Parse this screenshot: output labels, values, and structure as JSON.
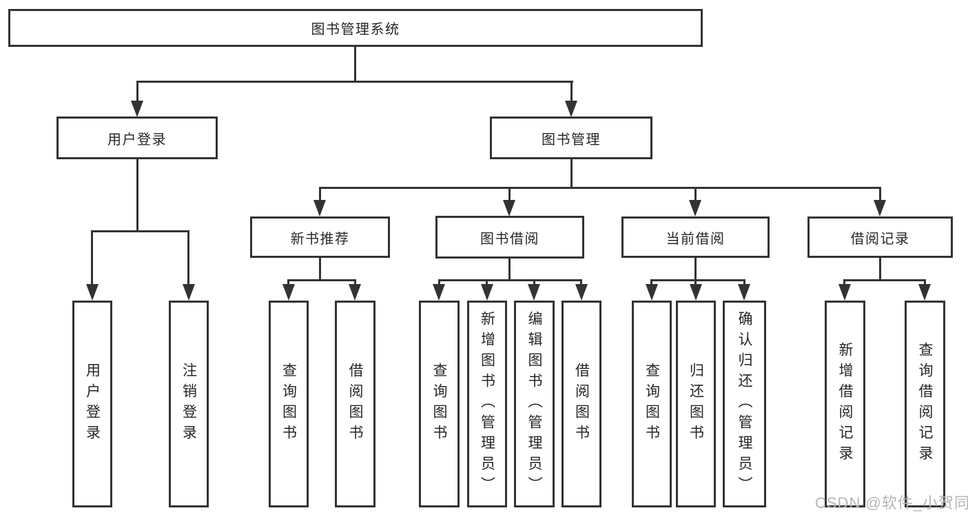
{
  "diagram": {
    "type": "hierarchy-tree",
    "title": "图书管理系统",
    "branches": [
      {
        "label": "用户登录",
        "children": [
          {
            "label": "用户登录"
          },
          {
            "label": "注销登录"
          }
        ]
      },
      {
        "label": "图书管理",
        "children": [
          {
            "label": "新书推荐",
            "children": [
              {
                "label": "查询图书"
              },
              {
                "label": "借阅图书"
              }
            ]
          },
          {
            "label": "图书借阅",
            "children": [
              {
                "label": "查询图书"
              },
              {
                "label": "新增图书（管理员）"
              },
              {
                "label": "编辑图书（管理员）"
              },
              {
                "label": "借阅图书"
              }
            ]
          },
          {
            "label": "当前借阅",
            "children": [
              {
                "label": "查询图书"
              },
              {
                "label": "归还图书"
              },
              {
                "label": "确认归还（管理员）"
              }
            ]
          },
          {
            "label": "借阅记录",
            "children": [
              {
                "label": "新增借阅记录"
              },
              {
                "label": "查询借阅记录"
              }
            ]
          }
        ]
      }
    ]
  },
  "watermark": {
    "text": "CSDN @软件_小贺同学"
  },
  "colors": {
    "line": "#333333",
    "text": "#262626",
    "background": "#ffffff",
    "watermark": "#b5b5b5"
  }
}
